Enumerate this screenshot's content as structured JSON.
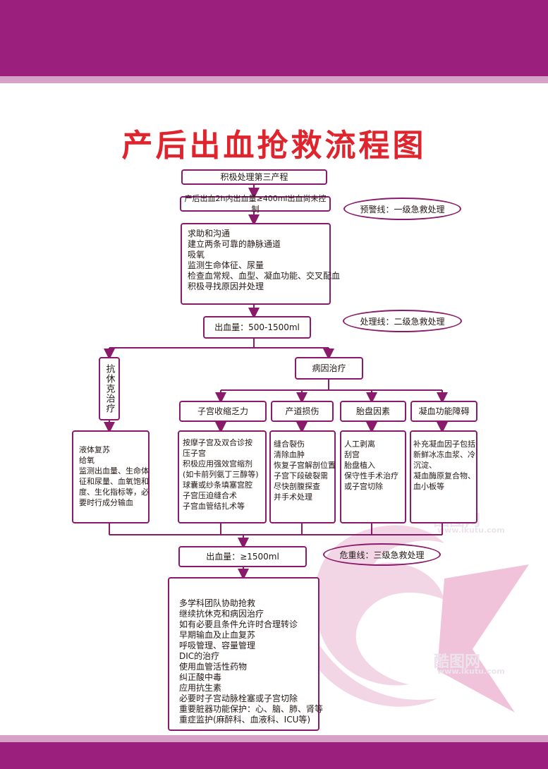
{
  "title": "产后出血抢救流程图",
  "step1": "积极处理第三产程",
  "step2": "产后出血2h内出血量≥400ml出血尚未控制",
  "warning_line": "预警线：一级急救处理",
  "step3_lines": [
    "求助和沟通",
    "建立两条可靠的静脉通道",
    "吸氧",
    "监测生命体征、尿量",
    "检查血常规、血型、凝血功能、交叉配血",
    "积极寻找原因并处理"
  ],
  "volume1": "出血量：500-1500ml",
  "treatment_line": "处理线：二级急救处理",
  "anti_shock": "抗休克治疗",
  "cause_treatment": "病因治疗",
  "causes": [
    {
      "label": "子宫收缩乏力",
      "lines": [
        "按摩子宫及双合诊按",
        "压子宫",
        "积极应用强效宫缩剂",
        "(如卡前列氨丁三醇等)",
        "球囊或纱条填塞宫腔",
        "子宫压迫缝合术",
        "子宫血管结扎术等"
      ]
    },
    {
      "label": "产道损伤",
      "lines": [
        "缝合裂伤",
        "清除血肿",
        "恢复子宫解剖位置",
        "子宫下段破裂需",
        "尽快剖腹探查",
        "并手术处理"
      ]
    },
    {
      "label": "胎盘因素",
      "lines": [
        "人工剥离",
        "刮宫",
        "胎盘植入",
        "保守性手术治疗",
        "或子宫切除"
      ]
    },
    {
      "label": "凝血功能障碍",
      "lines": [
        "补充凝血因子包括",
        "新鲜冰冻血浆、冷",
        "沉淀、",
        "凝血酶原复合物、",
        "血小板等"
      ]
    }
  ],
  "anti_shock_lines": [
    "液体复苏",
    "给氧",
    "监测出血量、生命体",
    "征和尿量、血氧饱和",
    "度、生化指标等，必",
    "要时行成分输血"
  ],
  "volume2": "出血量：≥1500ml",
  "danger_line": "危重线：三级急救处理",
  "final_lines": [
    "多学科团队协助抢救",
    "继续抗休克和病因治疗",
    "如有必要且条件允许时合理转诊",
    "早期输血及止血复苏",
    "呼吸管理、容量管理",
    "DIC的治疗",
    "使用血管活性药物",
    "纠正酸中毒",
    "应用抗生素",
    "必要时子宫动脉栓塞或子宫切除",
    "重要脏器功能保护：心、脑、肺、肾等",
    "重症监护(麻醉科、血液科、ICU等)"
  ],
  "watermarks": [
    "酷图网",
    "www.ikutu.com",
    "酷图网",
    "www.ikutu.com"
  ],
  "colors": {
    "band": "#9b1f7c",
    "band_light": "#d8a2c8",
    "title": "#e0242d",
    "box_border": "#8a1a6a"
  }
}
